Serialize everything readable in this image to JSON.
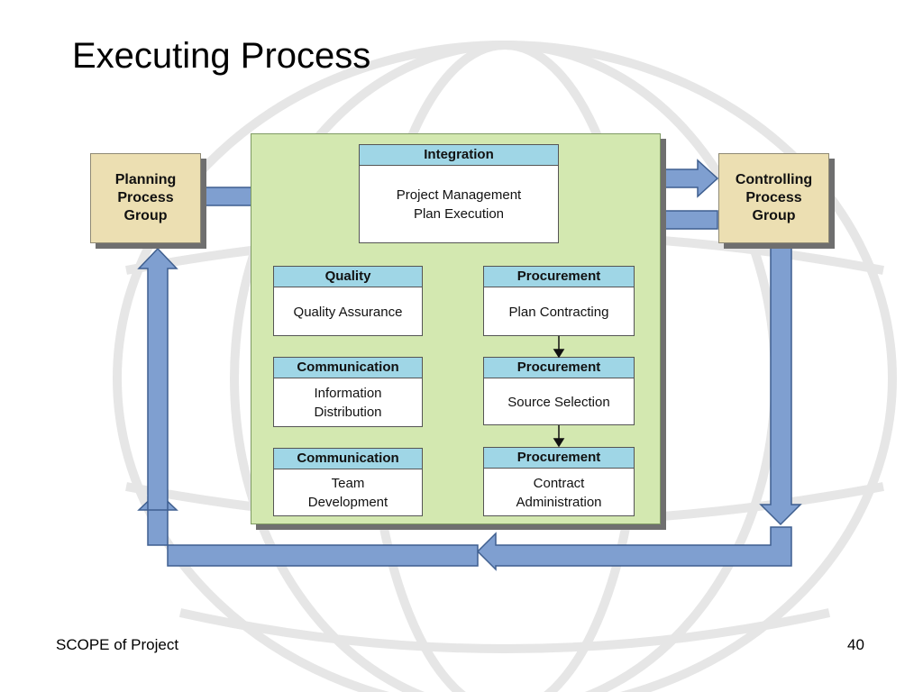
{
  "slide": {
    "title": "Executing Process",
    "footer_left": "SCOPE of  Project",
    "page_number": "40"
  },
  "diagram": {
    "planning_box": "Planning\nProcess\nGroup",
    "controlling_box": "Controlling\nProcess\nGroup",
    "integration": {
      "header": "Integration",
      "body": "Project Management\nPlan Execution"
    },
    "quality": {
      "header": "Quality",
      "body": "Quality Assurance"
    },
    "communication_1": {
      "header": "Communication",
      "body": "Information\nDistribution"
    },
    "communication_2": {
      "header": "Communication",
      "body": "Team\nDevelopment"
    },
    "procurement_1": {
      "header": "Procurement",
      "body": "Plan Contracting"
    },
    "procurement_2": {
      "header": "Procurement",
      "body": "Source Selection"
    },
    "procurement_3": {
      "header": "Procurement",
      "body": "Contract\nAdministration"
    }
  },
  "colors": {
    "header_fill": "#9fd6e6",
    "panel_fill": "#d3e8b0",
    "side_box_fill": "#ecdfb2",
    "arrow_fill": "#7f9fd0"
  }
}
